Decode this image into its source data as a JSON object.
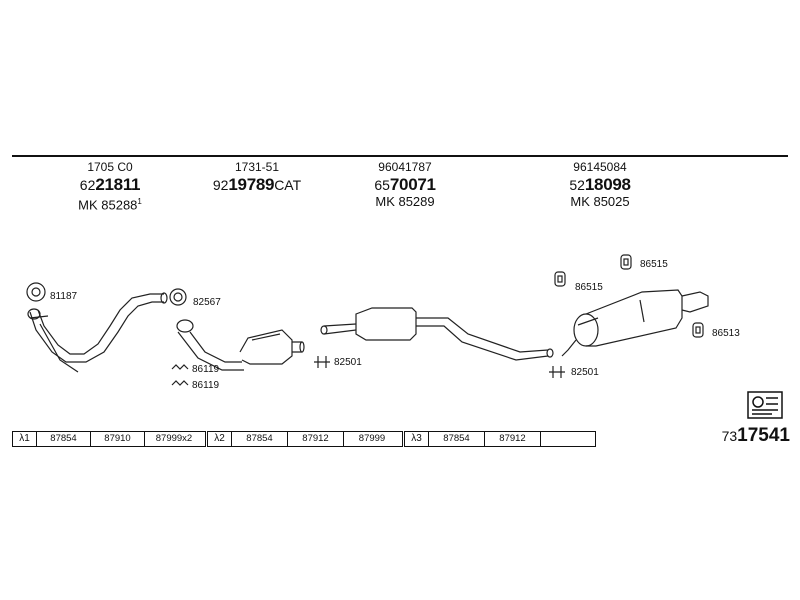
{
  "columns": [
    {
      "ref": "1705 C0",
      "prefix": "62",
      "num": "21811",
      "suffix": "",
      "mk": "MK 85288",
      "note": "1"
    },
    {
      "ref": "1731-51",
      "prefix": "92",
      "num": "19789",
      "suffix": "CAT",
      "mk": "",
      "note": ""
    },
    {
      "ref": "96041787",
      "prefix": "65",
      "num": "70071",
      "suffix": "",
      "mk": "MK 85289",
      "note": ""
    },
    {
      "ref": "96145084",
      "prefix": "52",
      "num": "18098",
      "suffix": "",
      "mk": "MK 85025",
      "note": ""
    }
  ],
  "parts": {
    "p81187": "81187",
    "p82567": "82567",
    "p86119a": "86119",
    "p86119b": "86119",
    "p82501a": "82501",
    "p82501b": "82501",
    "p86515a": "86515",
    "p86515b": "86515",
    "p86513": "86513"
  },
  "tables": [
    {
      "lambda": "λ1",
      "cells": [
        "87854",
        "87910",
        "87999x2"
      ]
    },
    {
      "lambda": "λ2",
      "cells": [
        "87854",
        "87912",
        "87999"
      ]
    },
    {
      "lambda": "λ3",
      "cells": [
        "87854",
        "87912",
        ""
      ]
    }
  ],
  "total": {
    "prefix": "73",
    "num": "17541"
  },
  "icons": [
    "gasket-ring-icon",
    "clamp-icon",
    "hanger-icon",
    "rubber-mount-icon",
    "fitting-instructions-icon"
  ]
}
